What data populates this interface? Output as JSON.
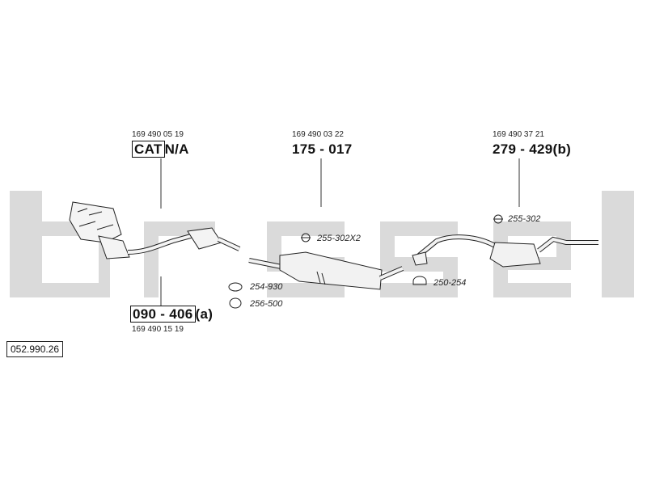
{
  "diagram": {
    "reference": "052.990.26",
    "watermark_colors": {
      "fill": "#d6d6d6"
    },
    "line_color": "#222222",
    "parts": [
      {
        "id": "cat",
        "oem": "169 490 05 19",
        "code_boxed": "CAT",
        "code_suffix": "N/A"
      },
      {
        "id": "middle",
        "oem": "169 490 03 22",
        "code": "175 - 017"
      },
      {
        "id": "rear",
        "oem": "169 490 37 21",
        "code": "279 - 429(b)"
      },
      {
        "id": "front-pipe",
        "oem": "169 490 15 19",
        "code_boxed": "090 - 406",
        "code_suffix": "(a)"
      }
    ],
    "fittings": [
      {
        "id": "f1",
        "label": "255-302X2"
      },
      {
        "id": "f2",
        "label": "254-930"
      },
      {
        "id": "f3",
        "label": "256-500"
      },
      {
        "id": "f4",
        "label": "250-254"
      },
      {
        "id": "f5",
        "label": "255-302"
      }
    ]
  }
}
